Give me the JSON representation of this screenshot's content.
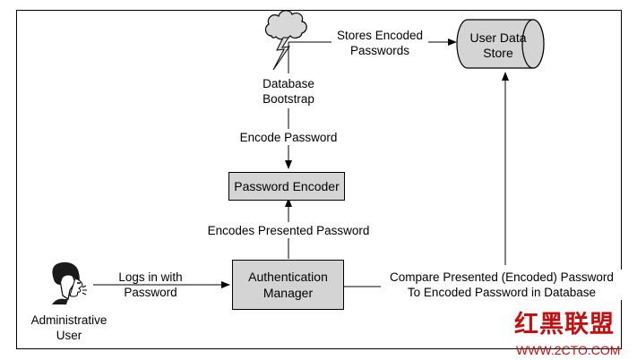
{
  "nodes": {
    "db_bootstrap": {
      "line1": "Database",
      "line2": "Bootstrap",
      "icon": "cloud-lightning-icon"
    },
    "user_data_store": {
      "line1": "User Data",
      "line2": "Store",
      "shape": "cylinder"
    },
    "password_encoder": {
      "label": "Password Encoder"
    },
    "auth_manager": {
      "line1": "Authentication",
      "line2": "Manager"
    },
    "admin_user": {
      "line1": "Administrative",
      "line2": "User",
      "icon": "person-head-icon"
    }
  },
  "edges": {
    "stores_encoded": {
      "line1": "Stores Encoded",
      "line2": "Passwords"
    },
    "encode_password": {
      "label": "Encode Password"
    },
    "encodes_presented": {
      "label": "Encodes Presented Password"
    },
    "logs_in": {
      "line1": "Logs in with",
      "line2": "Password"
    },
    "compare": {
      "line1": "Compare Presented (Encoded) Password",
      "line2": "To Encoded Password in Database"
    }
  },
  "watermark": {
    "chinese": "红黑联盟",
    "url": "WWW.2CTO.COM"
  },
  "colors": {
    "box_fill": "#d4d4d4",
    "line": "#000000",
    "watermark": "#c41010"
  }
}
